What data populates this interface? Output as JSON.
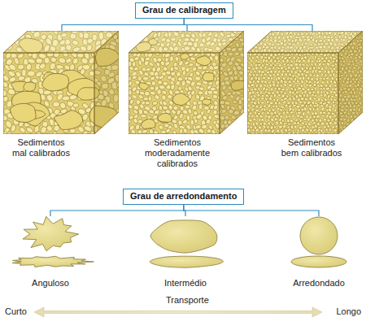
{
  "diagram": {
    "nodes": [
      {
        "text": [
          "Grau de calibragem"
        ]
      },
      {
        "text": [
          "Sedimentos mal calibrados"
        ]
      },
      {
        "text": [
          "Sedimentos moderadamente calibrados"
        ]
      },
      {
        "text": [
          "Sedimentos bem calibrados"
        ]
      },
      {
        "text": [
          "Grau de arredondamento"
        ]
      },
      {
        "text": [
          "Anguloso"
        ]
      },
      {
        "text": [
          "Intermédio"
        ]
      },
      {
        "text": [
          "Arredondado"
        ]
      }
    ],
    "edges": [
      {
        "from": 0,
        "to": 1,
        "arrow": "none"
      },
      {
        "from": 0,
        "to": 2,
        "arrow": "none"
      },
      {
        "from": 0,
        "to": 3,
        "arrow": "none"
      },
      {
        "from": 4,
        "to": 5,
        "arrow": "none"
      },
      {
        "from": 4,
        "to": 6,
        "arrow": "none"
      },
      {
        "from": 4,
        "to": 7,
        "arrow": "none"
      }
    ],
    "labels": [
      "Curto",
      "Transporte",
      "Longo"
    ]
  }
}
